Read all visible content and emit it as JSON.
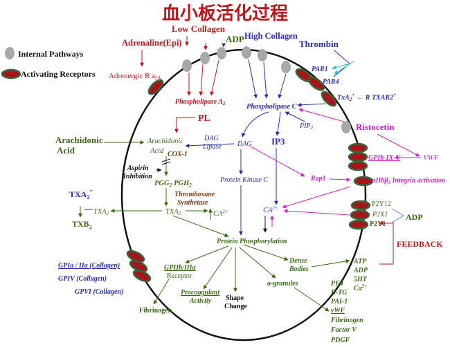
{
  "title": "血小板活化过程",
  "legend": {
    "internal": "Internal Pathways",
    "receptors": "Activating Receptors"
  },
  "agonists": {
    "low_collagen": "Low  Collagen",
    "adrenaline": "Adrenaline(Epi)",
    "adp": "ADP",
    "high_collagen": "High Collagen",
    "thrombin": "Thrombin",
    "arachidonic_acid_1": "Arachidonic",
    "arachidonic_acid_2": "Acid",
    "ristocetin": "Ristocetin",
    "vwf": "VWF"
  },
  "receptors": {
    "adrenergic": "Adrenergic R a",
    "adrenergic_sub": "2A",
    "par1": "PAR1",
    "par4": "PAR4",
    "txa2_receptor": "TxA",
    "txa2_receptor_sub": "2",
    "txa2_receptor_sup": "+",
    "txar2": "← R TXAR2",
    "txar2_sup": "+",
    "gpib": "GPIb-IX-V",
    "integrin": "αIIbβ",
    "integrin_sub": "3",
    "integrin_suffix": " Integrin activation",
    "p2y12": "P2Y12",
    "p2x1": "P2X1",
    "p2y1": "P2Y1",
    "gpia": "GPIa / IIa (Collagen)",
    "gpiv": "GPIV (Collagen)",
    "gpvi": "GPVI (Collagen)"
  },
  "pathway": {
    "phospholipase_a2": "Phospholipase A",
    "phospholipase_a2_sub": "2",
    "pl": "PL",
    "phospholipase_c": "Phospholipase C",
    "pip2": "PIP",
    "pip2_sub": "2",
    "arach_in_1": "Arachidonic",
    "arach_in_2": "Acid",
    "cox1": "COX-1",
    "dag_lipase_1": "DAG",
    "dag_lipase_2": "Lipase",
    "dag": "DAG",
    "ip3": "IP3",
    "aspirin_1": "Aspirin",
    "aspirin_2": "Inhibition",
    "pgg2": "PGG",
    "pgg2_sub": "2",
    "pgh2": "PGH",
    "pgh2_sub": "2",
    "thromboxane_1": "Thromboxane",
    "thromboxane_2": "Synthetase",
    "protein_kinase_c": "Protein Kinase C",
    "rap1": "Rap1",
    "txa2": "TXA2",
    "txa2_inner": "TXA",
    "txa2_inner_sub": "2",
    "ca1": "CA",
    "ca1_sup": "2+",
    "ca2": "CA",
    "ca2_sup": "2+",
    "txa2_out": "TXA",
    "txa2_out_sub": "2",
    "txa2_out_sup": "+",
    "txb2": "TXB",
    "txb2_sub": "2",
    "protein_phos": "Protein Phosphorylation"
  },
  "outputs": {
    "gpiib_1": "GPIIb/IIIa",
    "gpiib_2": "Receptor",
    "fibrinogen": "Fibrinogen",
    "procoag_1": "Procoagulant",
    "procoag_2": "Activity",
    "shape_1": "Shape",
    "shape_2": "Change",
    "agranules": "a-granules",
    "dense_1": "Dense",
    "dense_2": "Bodies",
    "dense_items": [
      "ATP",
      "ADP",
      "5HT",
      "Ca"
    ],
    "dense_ca_sup": "2+",
    "granule_items": [
      "PF4",
      "B-TG",
      "PAI-1",
      "vWF",
      "Fibrinogen",
      "Factor V",
      "PDGF"
    ],
    "feedback": "FEEDBACK"
  },
  "colors": {
    "red": "#c0161b",
    "blue": "#2b2bb8",
    "green": "#3a6a12",
    "magenta": "#d21ec8",
    "brown": "#7a3a10",
    "receptor_fill": "#a8141c",
    "receptor_ring": "#2f6a3a",
    "pathway_gray": "#a8a8a8"
  }
}
